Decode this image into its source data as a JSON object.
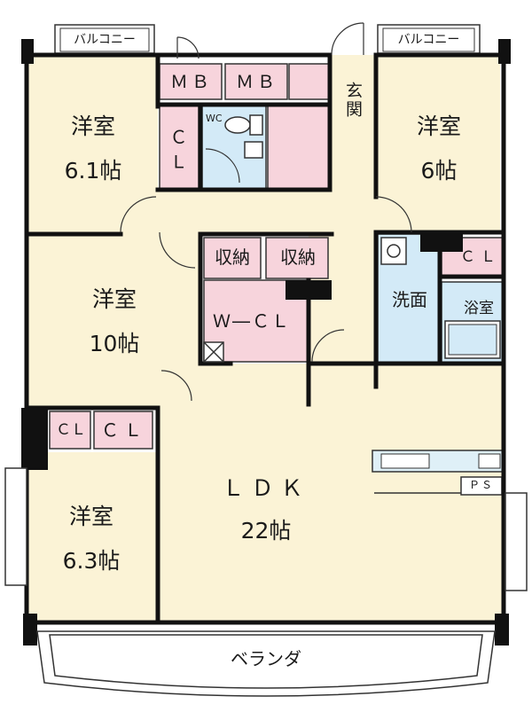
{
  "plan": {
    "balcony_left": "バルコニー",
    "balcony_right": "バルコニー",
    "veranda": "ベランダ",
    "rooms": {
      "western_nw": {
        "name": "洋室",
        "size": "6.1帖"
      },
      "western_ne": {
        "name": "洋室",
        "size": "6帖"
      },
      "western_w": {
        "name": "洋室",
        "size": "10帖"
      },
      "western_sw": {
        "name": "洋室",
        "size": "6.3帖"
      },
      "ldk": {
        "name": "ＬＤＫ",
        "size": "22帖"
      }
    },
    "mb_1": "ＭＢ",
    "mb_2": "ＭＢ",
    "entrance": "玄関",
    "wc": "WC",
    "closet_vertical": "ＣＬ",
    "storage_1": "収納",
    "storage_2": "収納",
    "walk_in_closet": "Ｗ―ＣＬ",
    "washroom": "洗面",
    "bathroom": "浴室",
    "closet_ne": "ＣＬ",
    "closet_sw_1": "ＣＬ",
    "closet_sw_2": "ＣＬ",
    "pipe_space": "ＰＳ"
  },
  "colors": {
    "room_fill": "#fbf3d6",
    "closet_fill": "#f7d4dc",
    "wet_fill": "#d3eaf7",
    "wall": "#111111"
  }
}
